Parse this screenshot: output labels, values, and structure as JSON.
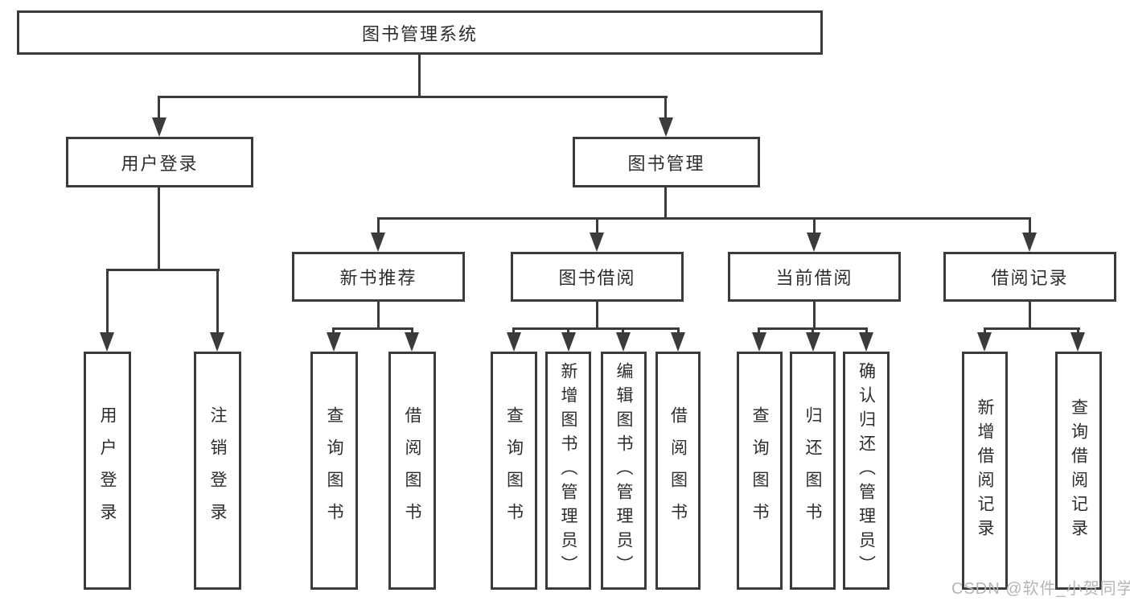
{
  "tree": {
    "root": "图书管理系统",
    "branches": [
      {
        "label": "用户登录",
        "children": [
          "用户登录",
          "注销登录"
        ]
      },
      {
        "label": "图书管理",
        "children": [
          {
            "label": "新书推荐",
            "children": [
              "查询图书",
              "借阅图书"
            ]
          },
          {
            "label": "图书借阅",
            "children": [
              "查询图书",
              "新增图书（管理员）",
              "编辑图书（管理员）",
              "借阅图书"
            ]
          },
          {
            "label": "当前借阅",
            "children": [
              "查询图书",
              "归还图书",
              "确认归还（管理员）"
            ]
          },
          {
            "label": "借阅记录",
            "children": [
              "新增借阅记录",
              "查询借阅记录"
            ]
          }
        ]
      }
    ]
  },
  "watermark": "CSDN @软件_小贺同学",
  "colors": {
    "line": "#3b3b3b",
    "text": "#2d2d2d",
    "watermark": "#b5b5b5",
    "background": "#ffffff"
  }
}
